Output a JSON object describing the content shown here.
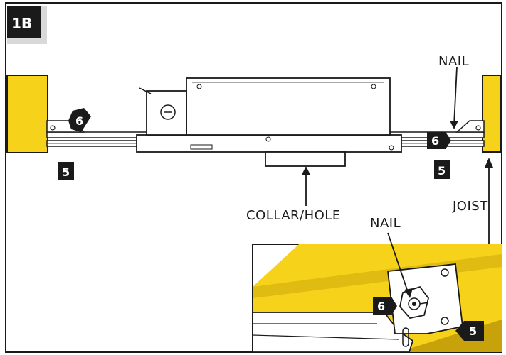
{
  "figure": {
    "step_id": "1B",
    "labels": {
      "nail_top": "NAIL",
      "nail_inset": "NAIL",
      "joist": "JOIST",
      "collar": "COLLAR/HOLE"
    },
    "step_markers": {
      "left_upper": "6",
      "left_lower": "5",
      "right_upper": "6",
      "right_lower": "5",
      "inset_upper": "6",
      "inset_lower": "5"
    },
    "colors": {
      "joist": "#f6d21a",
      "joist_dark": "#c8a20b",
      "outline": "#1a1a1a",
      "marker": "#1a1a1a"
    }
  }
}
